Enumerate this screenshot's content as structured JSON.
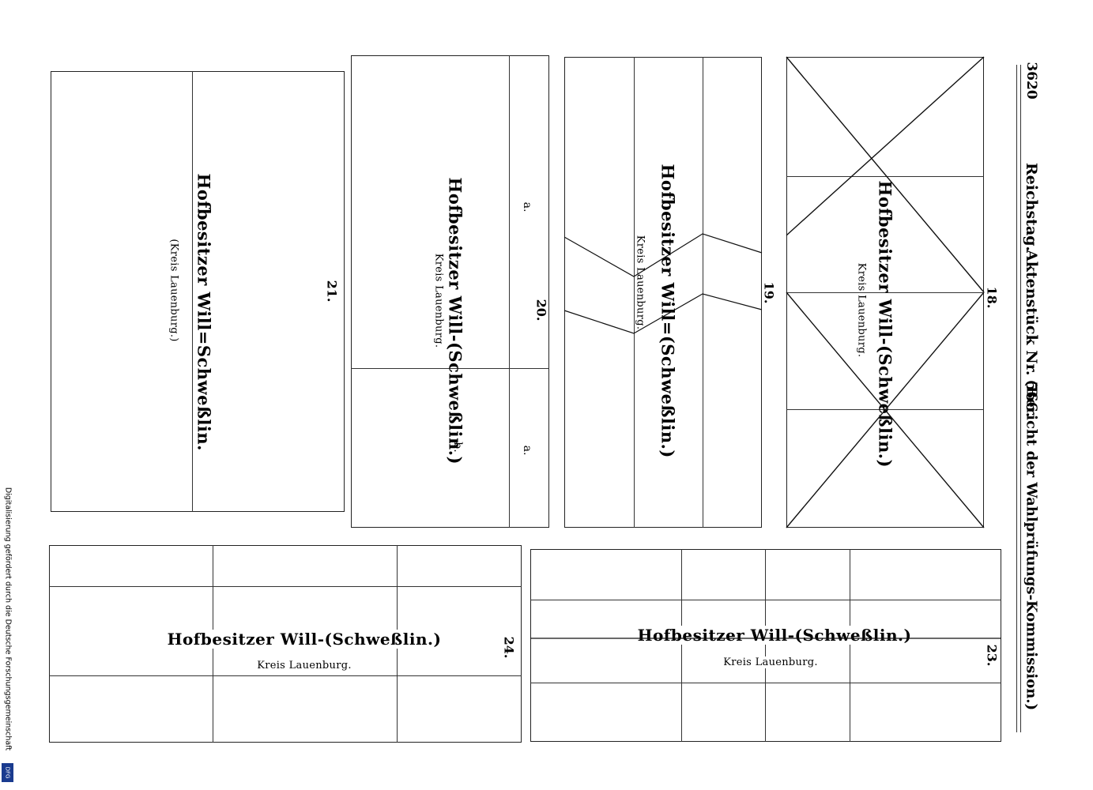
{
  "header": {
    "page_number": "3620",
    "body": "Reichstag.",
    "document": "Aktenstück Nr. 566.",
    "subtitle": "(Bericht der Wahlprüfungs-Kommission.)"
  },
  "sidebar": {
    "credit": "Digitalisierung gefördert durch die Deutsche Forschungsgemeinschaft",
    "logo": "DFG"
  },
  "ballots": [
    {
      "number": "18.",
      "name": "Hofbesitzer Will-(Schweßlin.)",
      "district": "Kreis Lauenburg."
    },
    {
      "number": "19.",
      "name": "Hofbesitzer Will=(Schweßlin.)",
      "district": "Kreis Lauenburg."
    },
    {
      "number": "20.",
      "name": "Hofbesitzer Will-(Schweßlin.)",
      "district": "Kreis Lauenburg.",
      "labels": [
        "a.",
        "a.",
        "b."
      ]
    },
    {
      "number": "21.",
      "name": "Hofbesitzer Will=Schweßlin.",
      "district": "(Kreis Lauenburg.)"
    },
    {
      "number": "23.",
      "name": "Hofbesitzer Will-(Schweßlin.)",
      "district": "Kreis Lauenburg."
    },
    {
      "number": "24.",
      "name": "Hofbesitzer Will-(Schweßlin.)",
      "district": "Kreis Lauenburg."
    }
  ]
}
